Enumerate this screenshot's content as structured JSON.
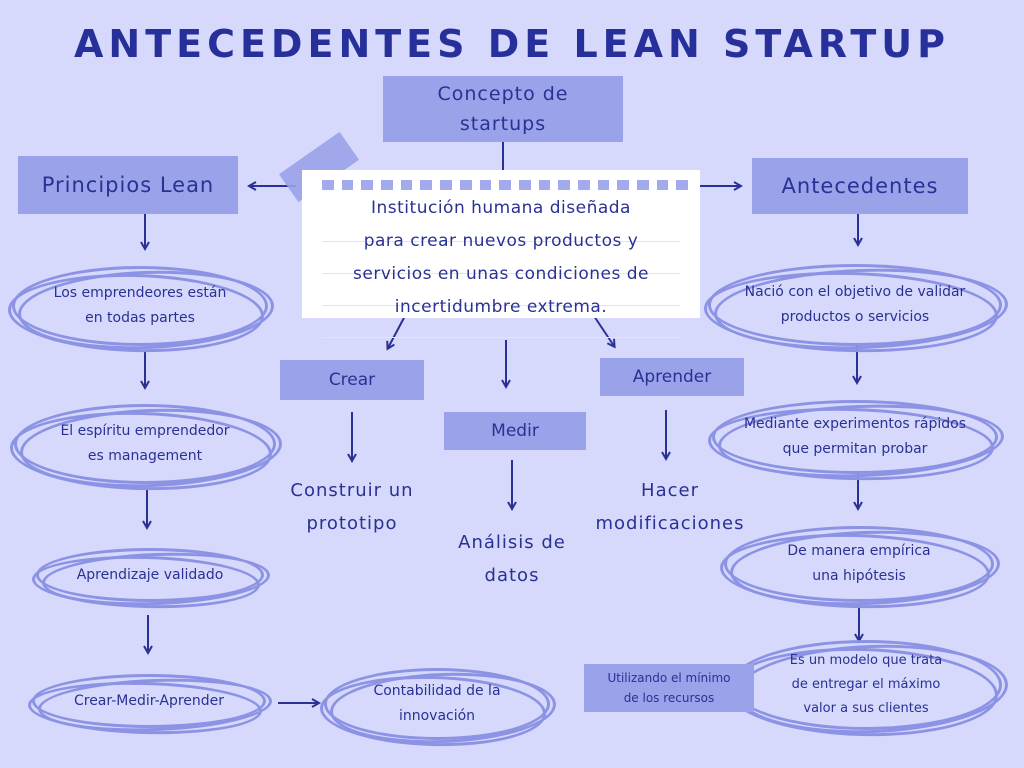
{
  "title": "ANTECEDENTES DE LEAN STARTUP",
  "concept": {
    "label_line1": "Concepto de",
    "label_line2": "startups"
  },
  "definition": {
    "line1": "Institución humana diseñada",
    "line2": "para crear nuevos productos y",
    "line3": "servicios en unas condiciones de",
    "line4": "incertidumbre extrema."
  },
  "left": {
    "header": "Principios Lean",
    "items": [
      {
        "line1": "Los emprendeores están",
        "line2": "en todas partes"
      },
      {
        "line1": "El espíritu emprendedor",
        "line2": "es management"
      },
      {
        "line1": "Aprendizaje validado",
        "line2": ""
      },
      {
        "line1": "Crear-Medir-Aprender",
        "line2": ""
      }
    ],
    "extra": {
      "line1": "Contabilidad de la",
      "line2": "innovación"
    }
  },
  "center": {
    "steps": [
      {
        "label": "Crear",
        "desc1": "Construir un",
        "desc2": "prototipo"
      },
      {
        "label": "Medir",
        "desc1": "Análisis de",
        "desc2": "datos"
      },
      {
        "label": "Aprender",
        "desc1": "Hacer",
        "desc2": "modificaciones"
      }
    ]
  },
  "right": {
    "header": "Antecedentes",
    "items": [
      {
        "line1": "Nació con el objetivo de validar",
        "line2": "productos o servicios"
      },
      {
        "line1": "Mediante experimentos rápidos",
        "line2": "que permitan probar"
      },
      {
        "line1": "De manera empírica",
        "line2": "una hipótesis"
      },
      {
        "line1": "Es un modelo que trata",
        "line2": "de entregar el máximo",
        "line3": "valor a sus clientes"
      }
    ],
    "resource_note": {
      "line1": "Utilizando el mínimo",
      "line2": "de los recursos"
    }
  },
  "colors": {
    "background": "#d6d9fb",
    "box": "#9aa2e9",
    "text": "#2a3194",
    "ring": "#8c93e4"
  }
}
